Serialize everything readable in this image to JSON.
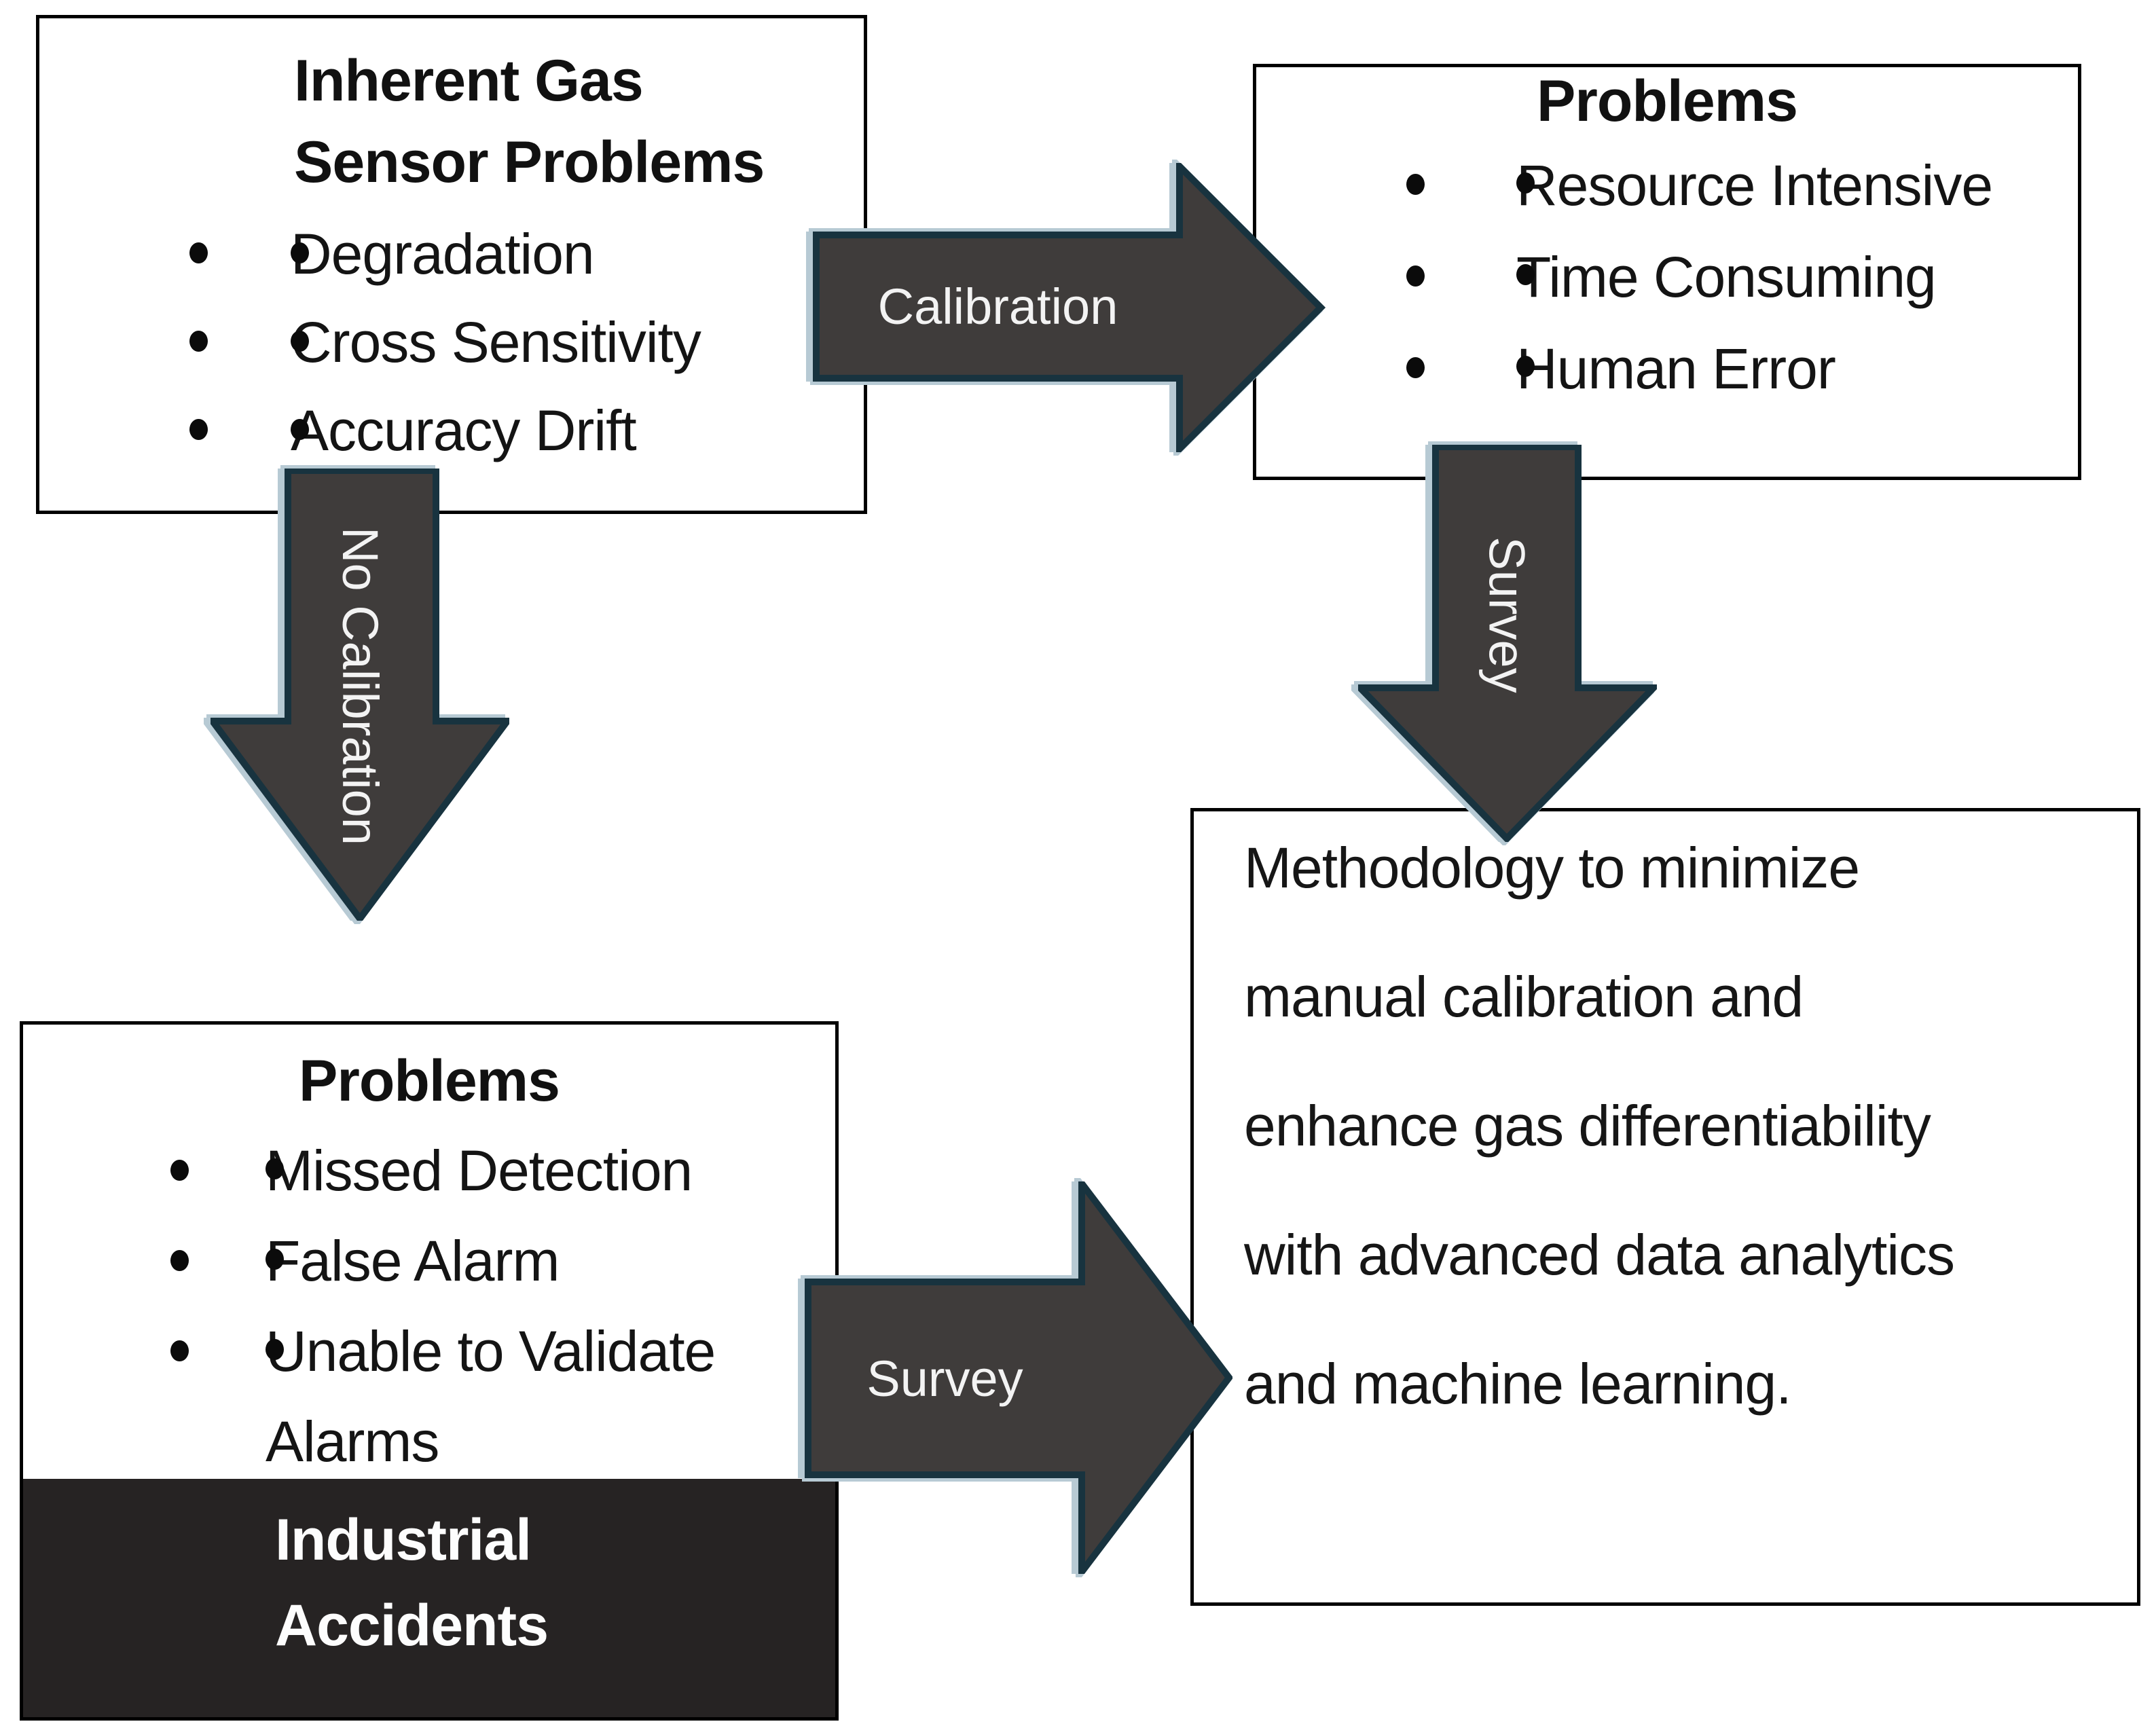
{
  "diagram": {
    "boxes": {
      "inherent_gas_sensor_problems": {
        "title_lines": [
          "Inherent Gas",
          "Sensor Problems"
        ],
        "bullets": [
          "Degradation",
          "Cross Sensitivity",
          "Accuracy Drift"
        ]
      },
      "calibration_problems": {
        "title": "Problems",
        "bullets": [
          "Resource Intensive",
          "Time Consuming",
          "Human Error"
        ]
      },
      "no_calibration_problems": {
        "title": "Problems",
        "bullets": [
          "Missed Detection",
          "False Alarm",
          "Unable to Validate Alarms"
        ],
        "footer": "Industrial Accidents"
      },
      "methodology": {
        "lines": [
          "Methodology to minimize",
          "manual calibration and",
          "enhance gas differentiability",
          "with advanced data analytics",
          "and machine learning."
        ]
      }
    },
    "arrows": {
      "calibration": {
        "label": "Calibration"
      },
      "no_calibration": {
        "label": "No Calibration"
      },
      "survey_right": {
        "label": "Survey"
      },
      "survey_bottom": {
        "label": "Survey"
      }
    },
    "colors": {
      "arrow_fill": "#3f3c3b",
      "arrow_outline": "#18333f",
      "arrow_highlight": "#b7cad4",
      "box_border": "#000000",
      "footer_band": "#262323",
      "arrow_label_text": "#f3f3f3"
    }
  }
}
